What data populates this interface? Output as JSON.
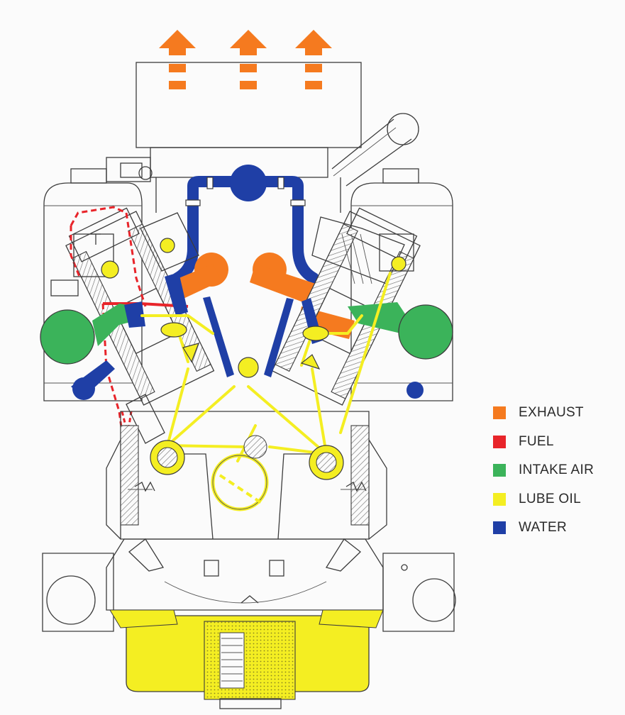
{
  "legend": {
    "items": [
      {
        "label": "EXHAUST",
        "color": "#f57a1f"
      },
      {
        "label": "FUEL",
        "color": "#e8242a"
      },
      {
        "label": "INTAKE AIR",
        "color": "#3bb35a"
      },
      {
        "label": "LUBE OIL",
        "color": "#f4ee22"
      },
      {
        "label": "WATER",
        "color": "#1f3fa6"
      }
    ]
  },
  "colors": {
    "exhaust": "#f57a1f",
    "fuel": "#e8242a",
    "intake_air": "#3bb35a",
    "lube_oil": "#f4ee22",
    "water": "#1f3fa6",
    "line": "#3c3c3c"
  }
}
